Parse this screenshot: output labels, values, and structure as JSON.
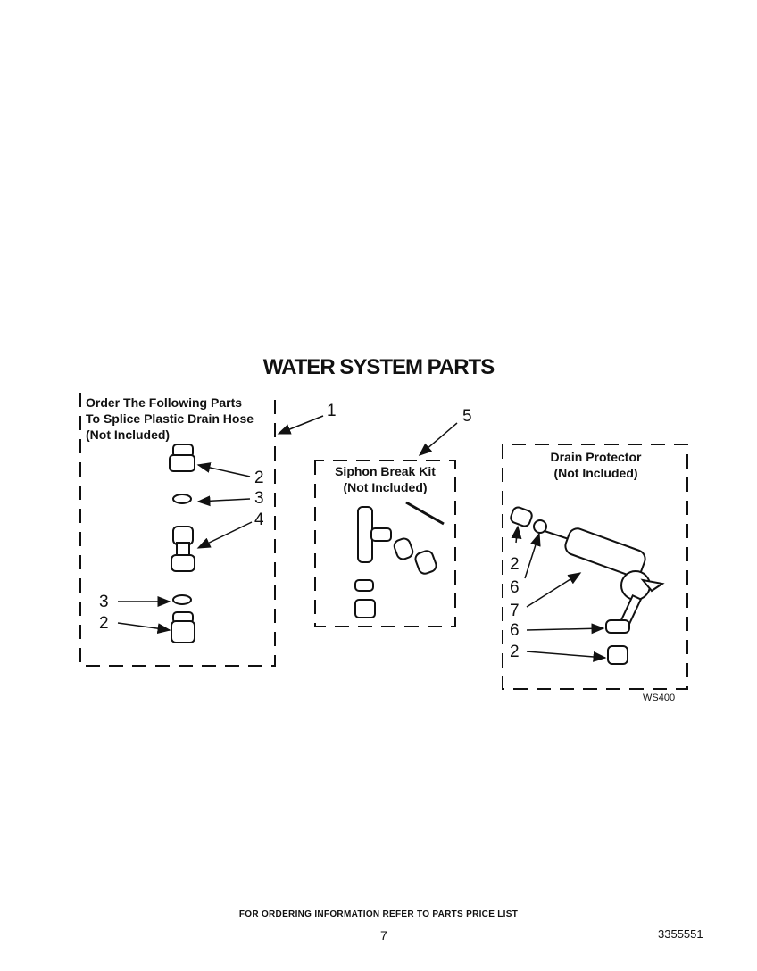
{
  "title": "WATER SYSTEM PARTS",
  "groups": {
    "splice": {
      "line1": "Order The Following Parts",
      "line2": "To Splice Plastic Drain Hose",
      "line3": "(Not Included)"
    },
    "siphon": {
      "line1": "Siphon Break Kit",
      "line2": "(Not Included)"
    },
    "drain": {
      "line1": "Drain Protector",
      "line2": "(Not Included)"
    }
  },
  "callouts": {
    "c1": "1",
    "c5": "5",
    "s2a": "2",
    "s3a": "3",
    "s4": "4",
    "s3b": "3",
    "s2b": "2",
    "d2a": "2",
    "d6a": "6",
    "d7": "7",
    "d6b": "6",
    "d2b": "2"
  },
  "diagram_code": "WS400",
  "footer": {
    "order_info": "FOR ORDERING INFORMATION REFER TO PARTS PRICE LIST",
    "page": "7",
    "doc_number": "3355551"
  }
}
